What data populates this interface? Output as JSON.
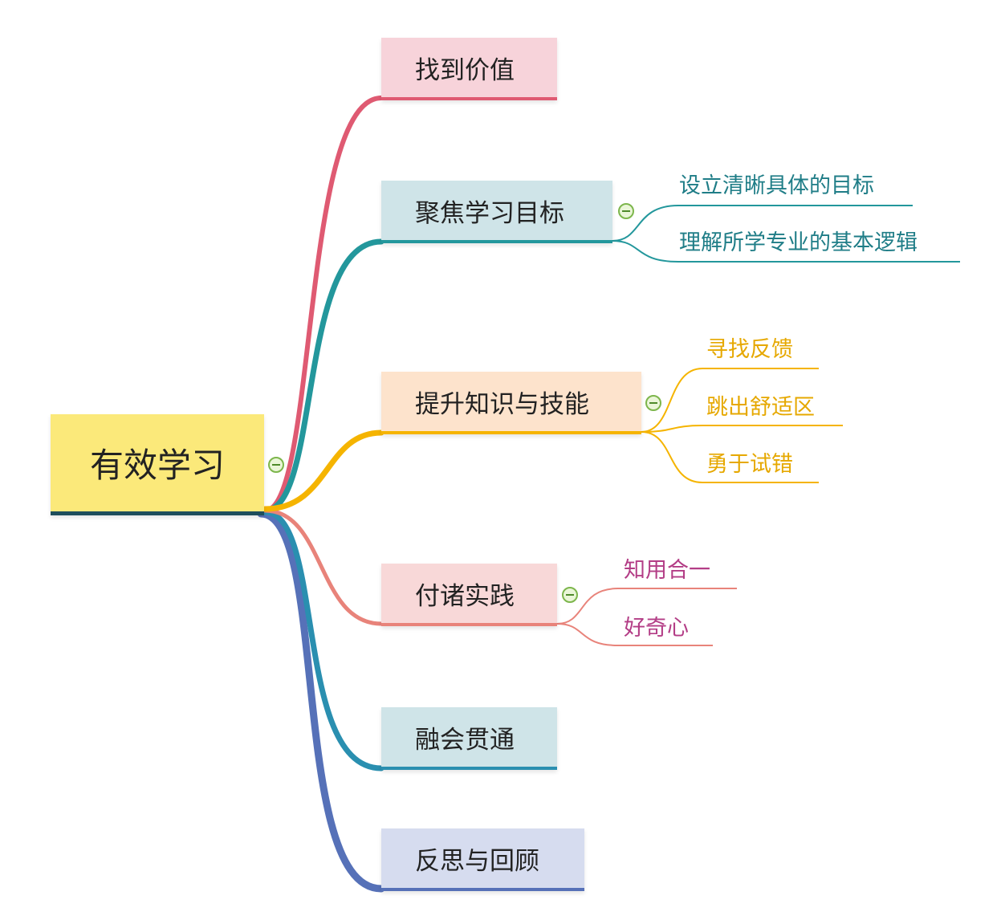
{
  "mindmap": {
    "root": {
      "label": "有效学习"
    },
    "branches": [
      {
        "label": "找到价值",
        "color": "#df5a72",
        "fill": "#f7d3da",
        "children": []
      },
      {
        "label": "聚焦学习目标",
        "color": "#23979c",
        "fill": "#cfe4e8",
        "children": [
          "设立清晰具体的目标",
          "理解所学专业的基本逻辑"
        ]
      },
      {
        "label": "提升知识与技能",
        "color": "#f5b400",
        "fill": "#fde3cc",
        "children": [
          "寻找反馈",
          "跳出舒适区",
          "勇于试错"
        ]
      },
      {
        "label": "付诸实践",
        "color": "#e8837a",
        "fill": "#f8d8d8",
        "children": [
          "知用合一",
          "好奇心"
        ]
      },
      {
        "label": "融会贯通",
        "color": "#2a8fb0",
        "fill": "#cfe4e8",
        "children": []
      },
      {
        "label": "反思与回顾",
        "color": "#5671b8",
        "fill": "#d6dcef",
        "children": []
      }
    ],
    "collapse_icon": "minus-circle-icon",
    "root_color": "#fbe97a"
  }
}
